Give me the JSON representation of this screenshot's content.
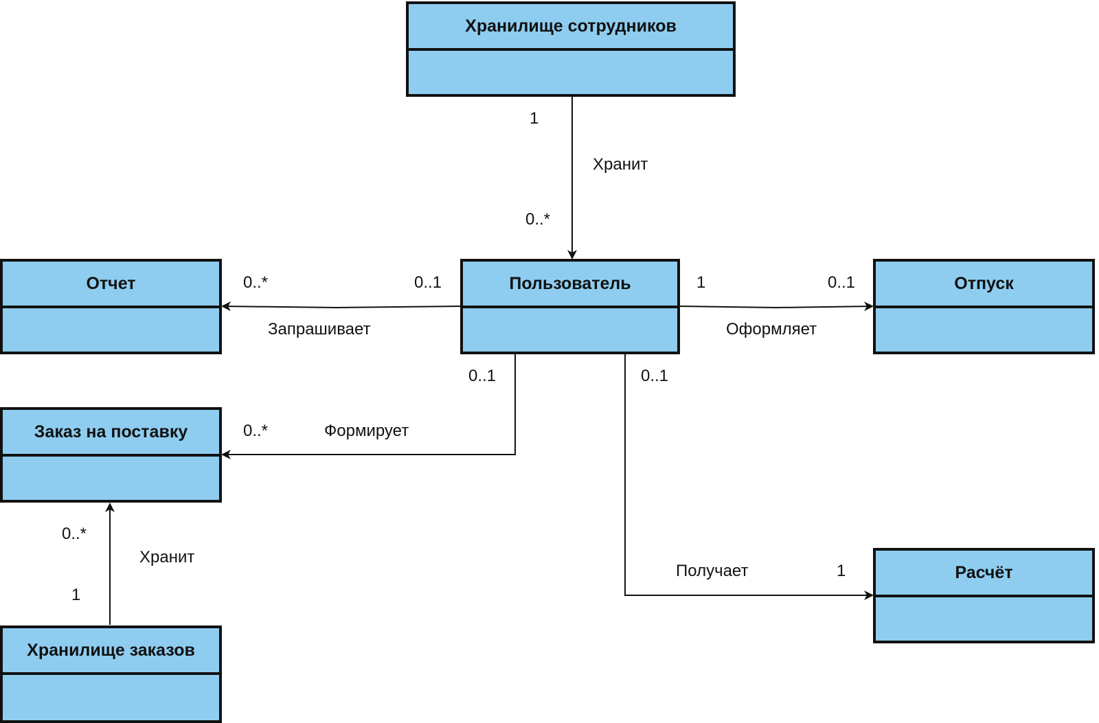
{
  "colors": {
    "class_fill": "#8ecdf0",
    "border": "#111111",
    "background": "#ffffff"
  },
  "classes": {
    "employee_storage": {
      "name": "Хранилище сотрудников"
    },
    "user": {
      "name": "Пользователь"
    },
    "report": {
      "name": "Отчет"
    },
    "vacation": {
      "name": "Отпуск"
    },
    "supply_order": {
      "name": "Заказ на поставку"
    },
    "order_storage": {
      "name": "Хранилище заказов"
    },
    "payroll": {
      "name": "Расчёт"
    }
  },
  "associations": {
    "stores_users": {
      "label": "Хранит",
      "source_mult": "1",
      "target_mult": "0..*"
    },
    "requests": {
      "label": "Запрашивает",
      "source_mult": "0..1",
      "target_mult": "0..*"
    },
    "issues": {
      "label": "Оформляет",
      "source_mult": "1",
      "target_mult": "0..1"
    },
    "forms": {
      "label": "Формирует",
      "source_mult": "0..1",
      "target_mult": "0..*"
    },
    "receives": {
      "label": "Получает",
      "source_mult": "0..1",
      "target_mult": "1"
    },
    "stores_orders": {
      "label": "Хранит",
      "source_mult": "1",
      "target_mult": "0..*"
    }
  }
}
